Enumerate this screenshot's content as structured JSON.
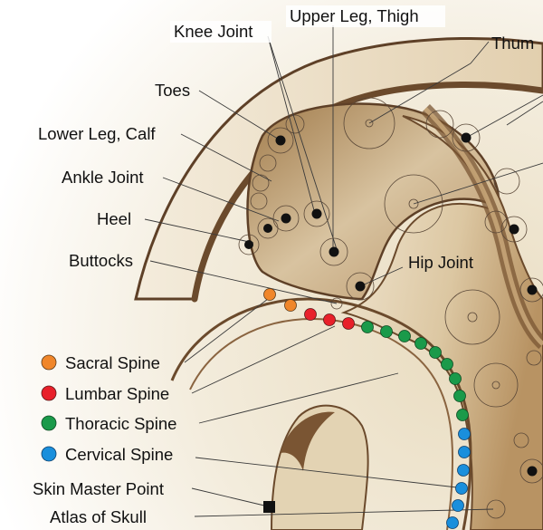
{
  "diagram": {
    "labels": {
      "knee_joint": "Knee Joint",
      "upper_leg_thigh": "Upper Leg, Thigh",
      "thumb": "Thum",
      "toes": "Toes",
      "lower_leg_calf": "Lower Leg, Calf",
      "ankle_joint": "Ankle Joint",
      "heel": "Heel",
      "buttocks": "Buttocks",
      "hip_joint": "Hip Joint",
      "skin_master_point": "Skin Master Point",
      "atlas_of_skull": "Atlas of Skull"
    },
    "legend": [
      {
        "label": "Sacral Spine",
        "color": "#f0862a"
      },
      {
        "label": "Lumbar Spine",
        "color": "#e8202a"
      },
      {
        "label": "Thoracic Spine",
        "color": "#1a9a4a"
      },
      {
        "label": "Cervical Spine",
        "color": "#1a8fdc"
      }
    ],
    "colors": {
      "ear_outline": "#5e4027",
      "cartilage_dark": "#b0895a",
      "cartilage_light": "#e8dcc4",
      "skin": "#f1ead8",
      "point": "#111111"
    },
    "icons": {
      "skin_master_point": "black-square-marker"
    }
  }
}
